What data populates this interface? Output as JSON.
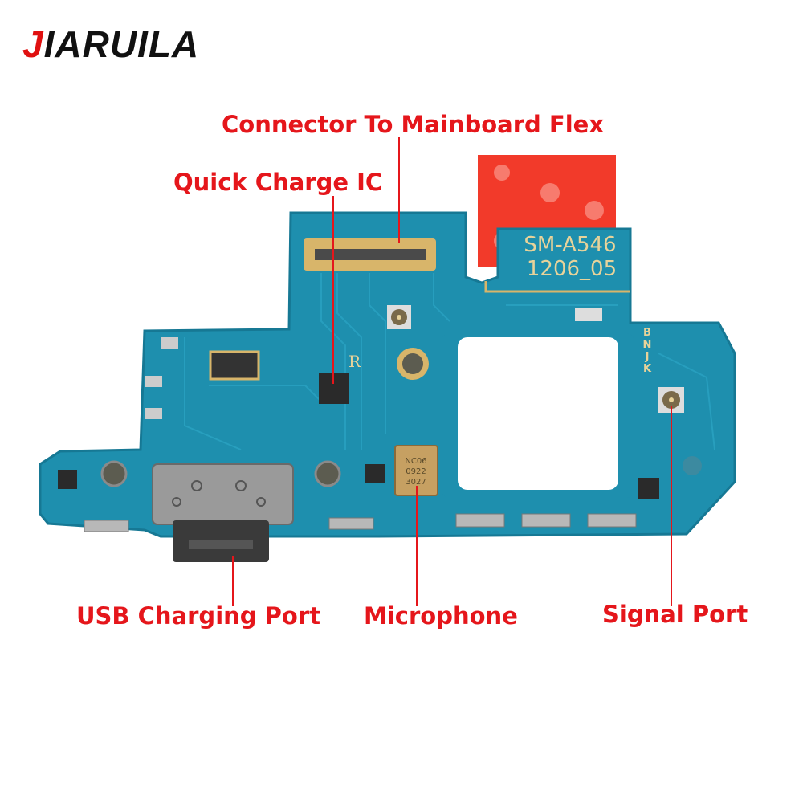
{
  "brand": {
    "first_letter": "J",
    "rest": "IARUILA"
  },
  "labels": {
    "connector": "Connector To Mainboard Flex",
    "quick_charge": "Quick Charge IC",
    "usb": "USB Charging Port",
    "microphone": "Microphone",
    "signal": "Signal Port"
  },
  "board": {
    "model": "SM-A546",
    "revision": "1206_05",
    "silk_r": "R",
    "silk_codes": [
      "B",
      "N",
      "J",
      "K"
    ],
    "mic_text": [
      "NC06",
      "0922",
      "3027"
    ]
  },
  "colors": {
    "label": "#e5161b",
    "pcb": "#1e8fae",
    "gold": "#d8b56a",
    "tape": "#f23a2a"
  }
}
